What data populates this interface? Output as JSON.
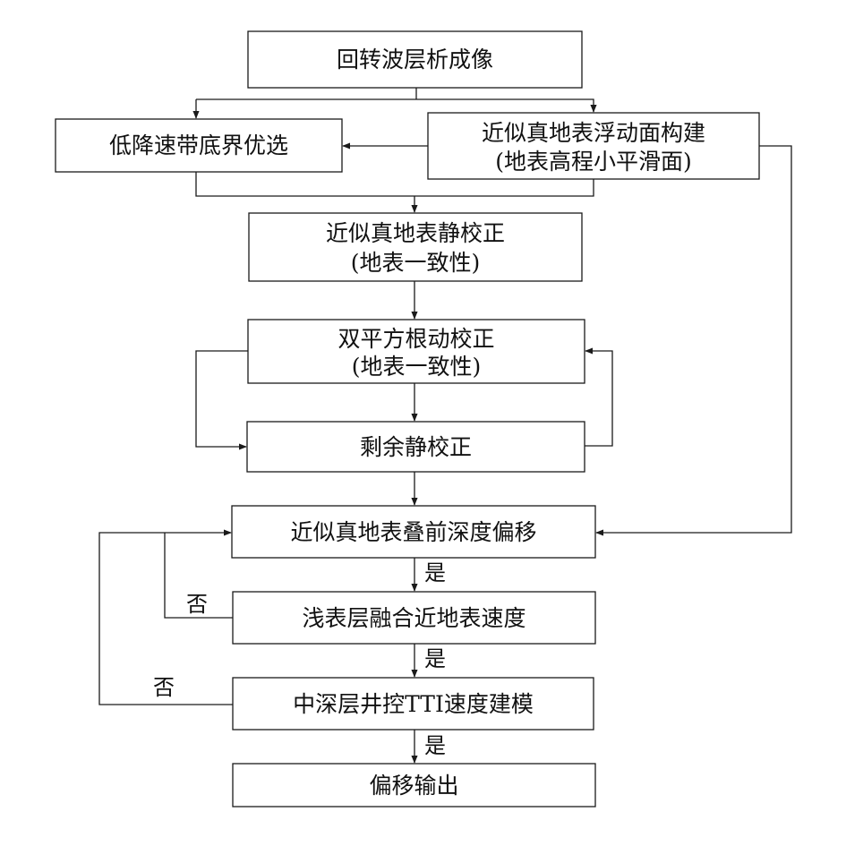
{
  "boxes": {
    "b1": {
      "lines": [
        "回转波层析成像"
      ]
    },
    "b2": {
      "lines": [
        "低降速带底界优选"
      ]
    },
    "b3": {
      "lines": [
        "近似真地表浮动面构建",
        "(地表高程小平滑面)"
      ]
    },
    "b4": {
      "lines": [
        "近似真地表静校正",
        "(地表一致性)"
      ]
    },
    "b5": {
      "lines": [
        "双平方根动校正",
        "(地表一致性)"
      ]
    },
    "b6": {
      "lines": [
        "剩余静校正"
      ]
    },
    "b7": {
      "lines": [
        "近似真地表叠前深度偏移"
      ]
    },
    "b8": {
      "lines": [
        "浅表层融合近地表速度"
      ]
    },
    "b9": {
      "lines": [
        "中深层井控TTI速度建模"
      ]
    },
    "b10": {
      "lines": [
        "偏移输出"
      ]
    }
  },
  "edge_labels": {
    "yes1": "是",
    "yes2": "是",
    "yes3": "是",
    "no1": "否",
    "no2": "否"
  }
}
